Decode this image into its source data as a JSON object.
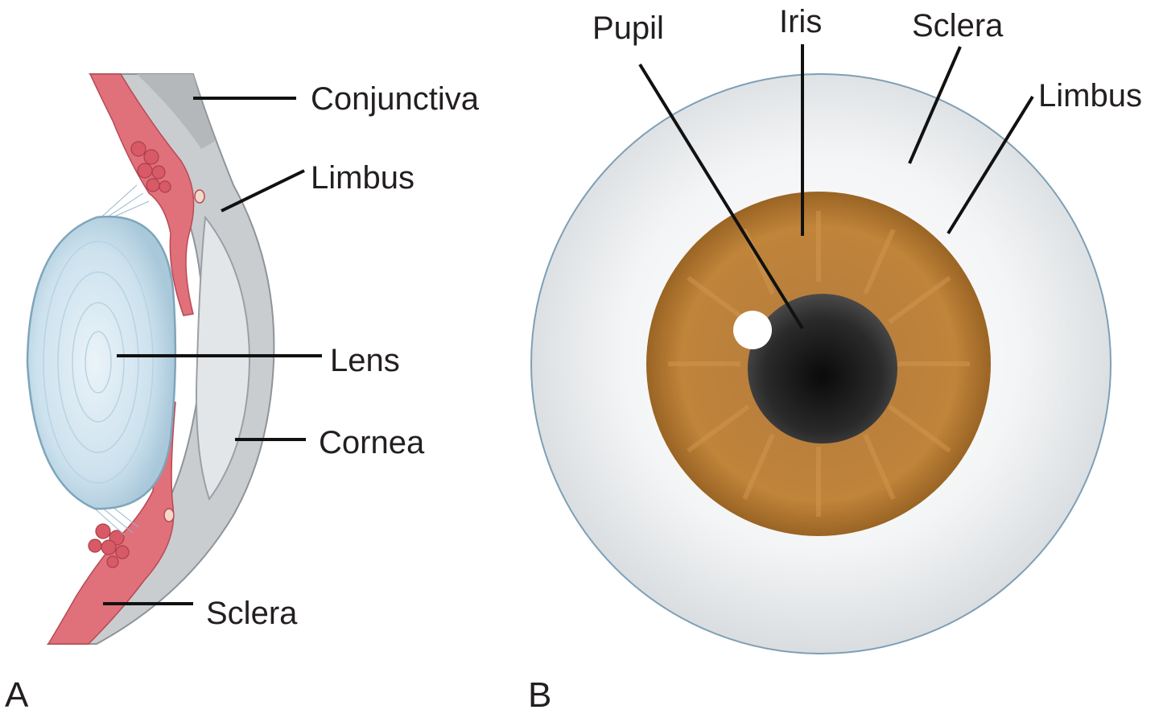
{
  "panel_a": {
    "letter": "A",
    "labels": {
      "conjunctiva": "Conjunctiva",
      "limbus": "Limbus",
      "lens": "Lens",
      "cornea": "Cornea",
      "sclera": "Sclera"
    }
  },
  "panel_b": {
    "letter": "B",
    "labels": {
      "pupil": "Pupil",
      "iris": "Iris",
      "sclera": "Sclera",
      "limbus": "Limbus"
    }
  },
  "colors": {
    "sclera_gray": "#c9cdd0",
    "conjunctiva_gray": "#b8bcbf",
    "muscle_red": "#e0707a",
    "lens_blue": "#cfe3ee",
    "iris_brown": "#b8782f",
    "pupil_black": "#1c1c1c",
    "eyeball_white": "#eef0f2"
  }
}
